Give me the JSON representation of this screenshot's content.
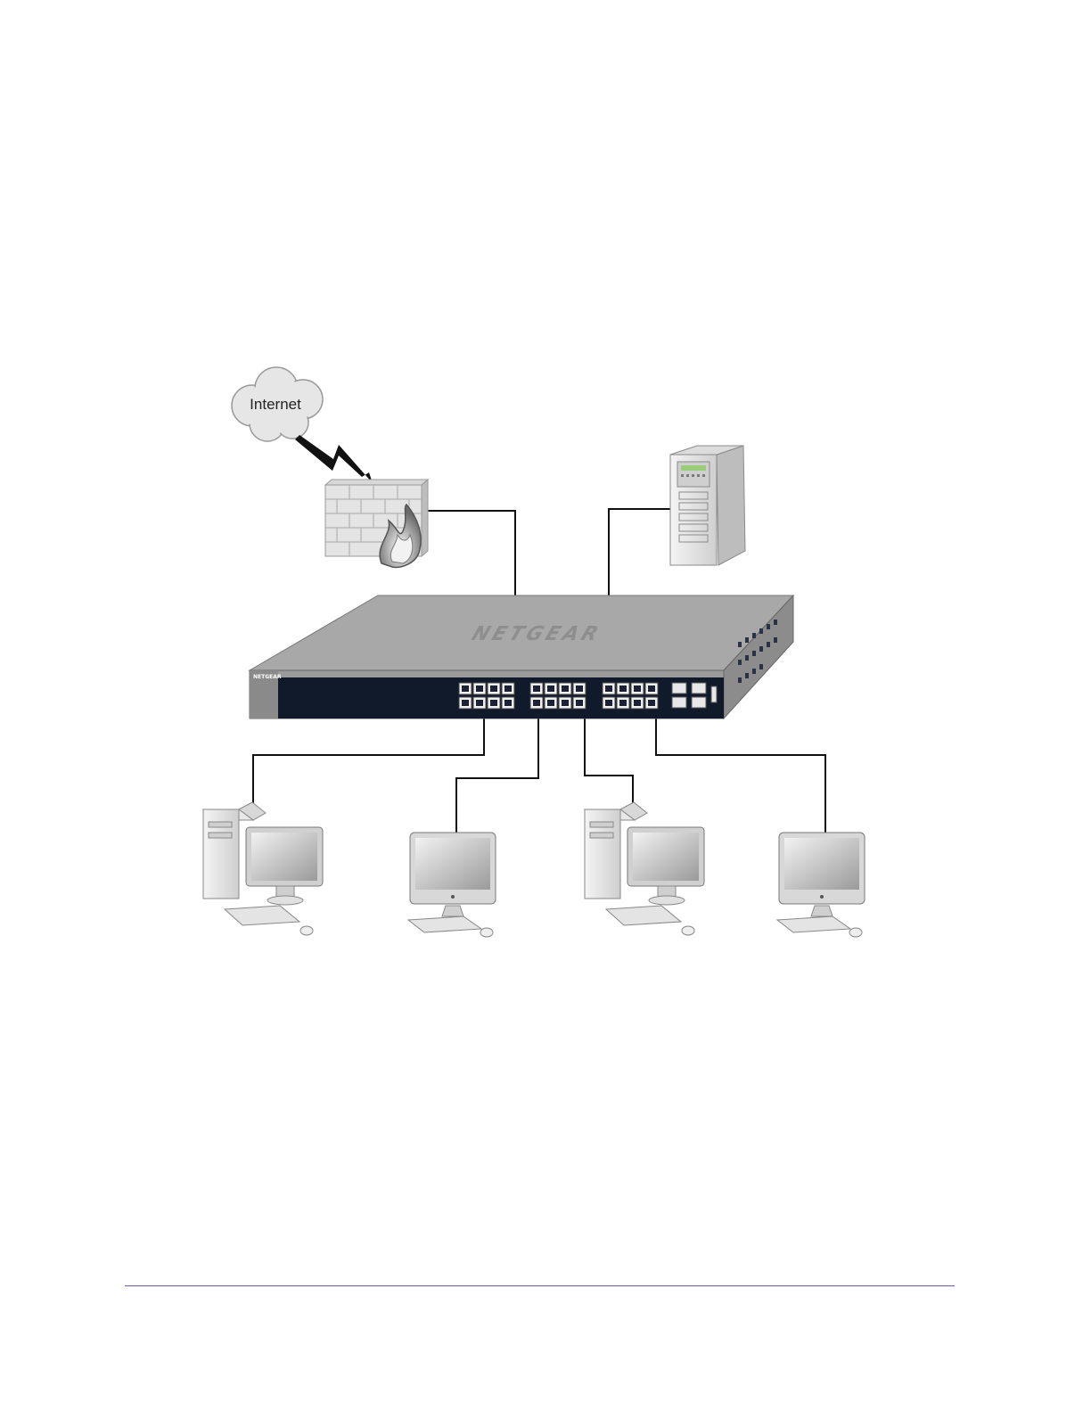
{
  "cloud": {
    "label": "Internet"
  },
  "switch": {
    "brand_front": "NETGEAR",
    "brand_top": "NETGEAR"
  },
  "colors": {
    "link": "#111111",
    "switch_front": "#111a2b",
    "switch_top": "#a8a8a8",
    "footer_rule": "#7a5aa8"
  },
  "icons": [
    "cloud-icon",
    "lightning-bolt-icon",
    "firewall-icon",
    "server-icon",
    "network-switch-icon",
    "desktop-pc-icon",
    "all-in-one-pc-icon"
  ]
}
